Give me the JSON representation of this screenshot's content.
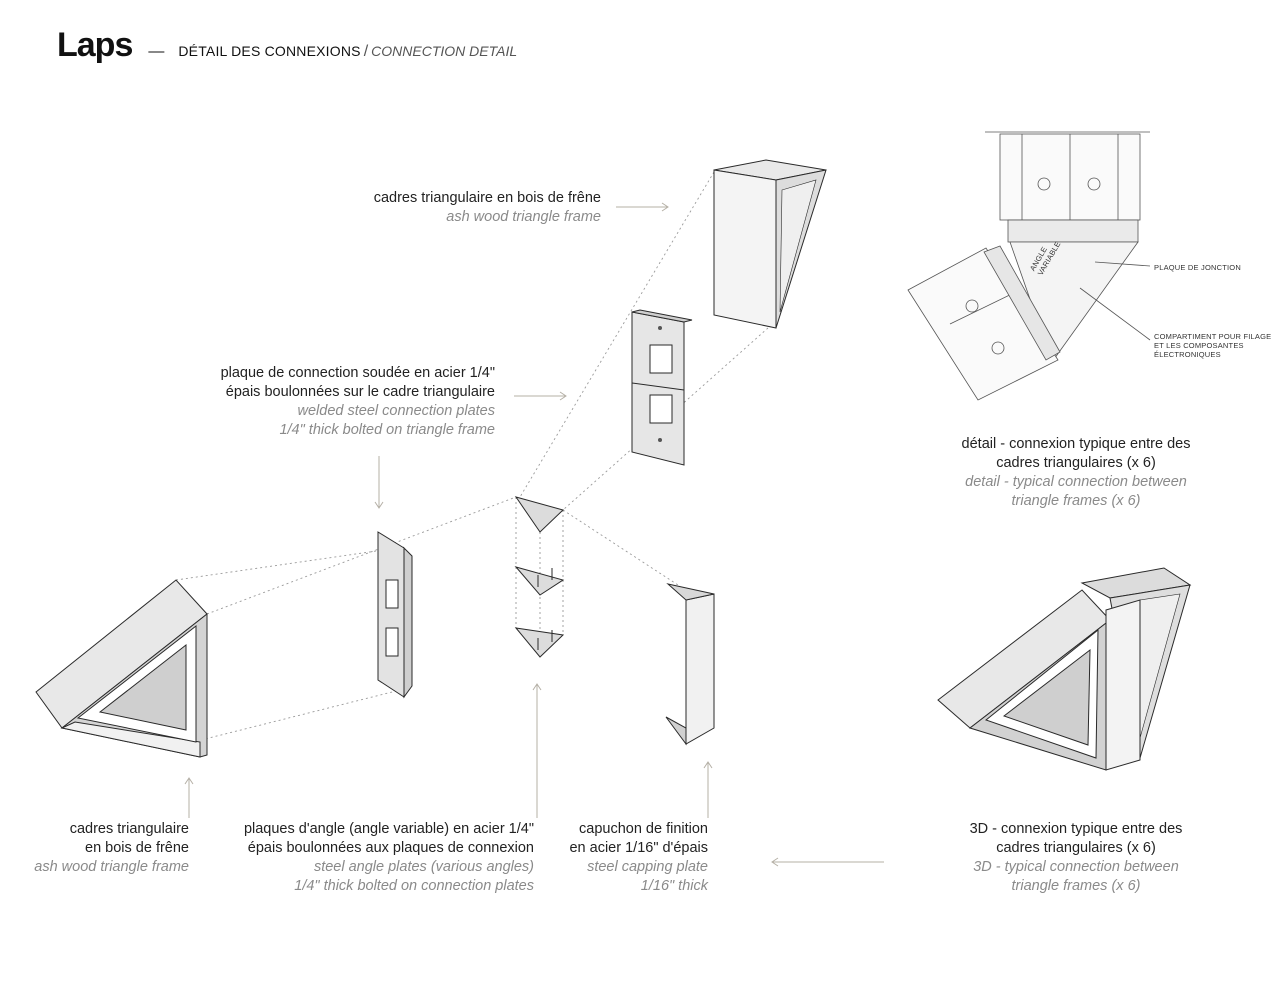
{
  "header": {
    "brand": "Laps",
    "separator": "—",
    "title_fr": "DÉTAIL DES CONNEXIONS",
    "slash": "/",
    "title_en": "CONNECTION DETAIL"
  },
  "labels": {
    "top_frame": {
      "fr": [
        "cadres triangulaire en bois de frêne"
      ],
      "en": [
        "ash wood triangle frame"
      ]
    },
    "connection_plate": {
      "fr": [
        "plaque de connection soudée en acier 1/4\"",
        "épais boulonnées sur le cadre triangulaire"
      ],
      "en": [
        "welded steel connection plates",
        "1/4\" thick bolted on triangle frame"
      ]
    },
    "detail_caption": {
      "fr": [
        "détail - connexion typique entre des",
        "cadres triangulaires  (x 6)"
      ],
      "en": [
        "detail - typical connection between",
        "triangle frames (x 6)"
      ]
    },
    "bottom_frame": {
      "fr": [
        "cadres triangulaire",
        "en bois de frêne"
      ],
      "en": [
        "ash wood triangle frame"
      ]
    },
    "angle_plates": {
      "fr": [
        "plaques d'angle (angle variable) en acier 1/4\"",
        "épais boulonnées aux plaques de connexion"
      ],
      "en": [
        "steel angle  plates (various angles)",
        "1/4\"  thick bolted on connection plates"
      ]
    },
    "capping": {
      "fr": [
        "capuchon de finition",
        "en acier 1/16\" d'épais"
      ],
      "en": [
        "steel capping plate",
        "1/16\" thick"
      ]
    },
    "three_d_caption": {
      "fr": [
        "3D - connexion typique entre des",
        "cadres triangulaires  (x 6)"
      ],
      "en": [
        "3D - typical connection between",
        "triangle frames (x 6)"
      ]
    }
  },
  "detail_annotations": {
    "plaque_jonction": "PLAQUE DE JONCTION",
    "compartiment": [
      "COMPARTIMENT POUR FILAGE",
      "ET  LES COMPOSANTES",
      "ÉLECTRONIQUES"
    ],
    "angle_variable": [
      "ANGLE",
      "VARIABLE"
    ]
  },
  "colors": {
    "line": "#2a2a2a",
    "leader": "#b5b0a6",
    "face_light": "#f2f2f2",
    "face_mid": "#dcdcdc",
    "face_dark": "#c4c4c4",
    "dotted": "#9a9a9a"
  }
}
